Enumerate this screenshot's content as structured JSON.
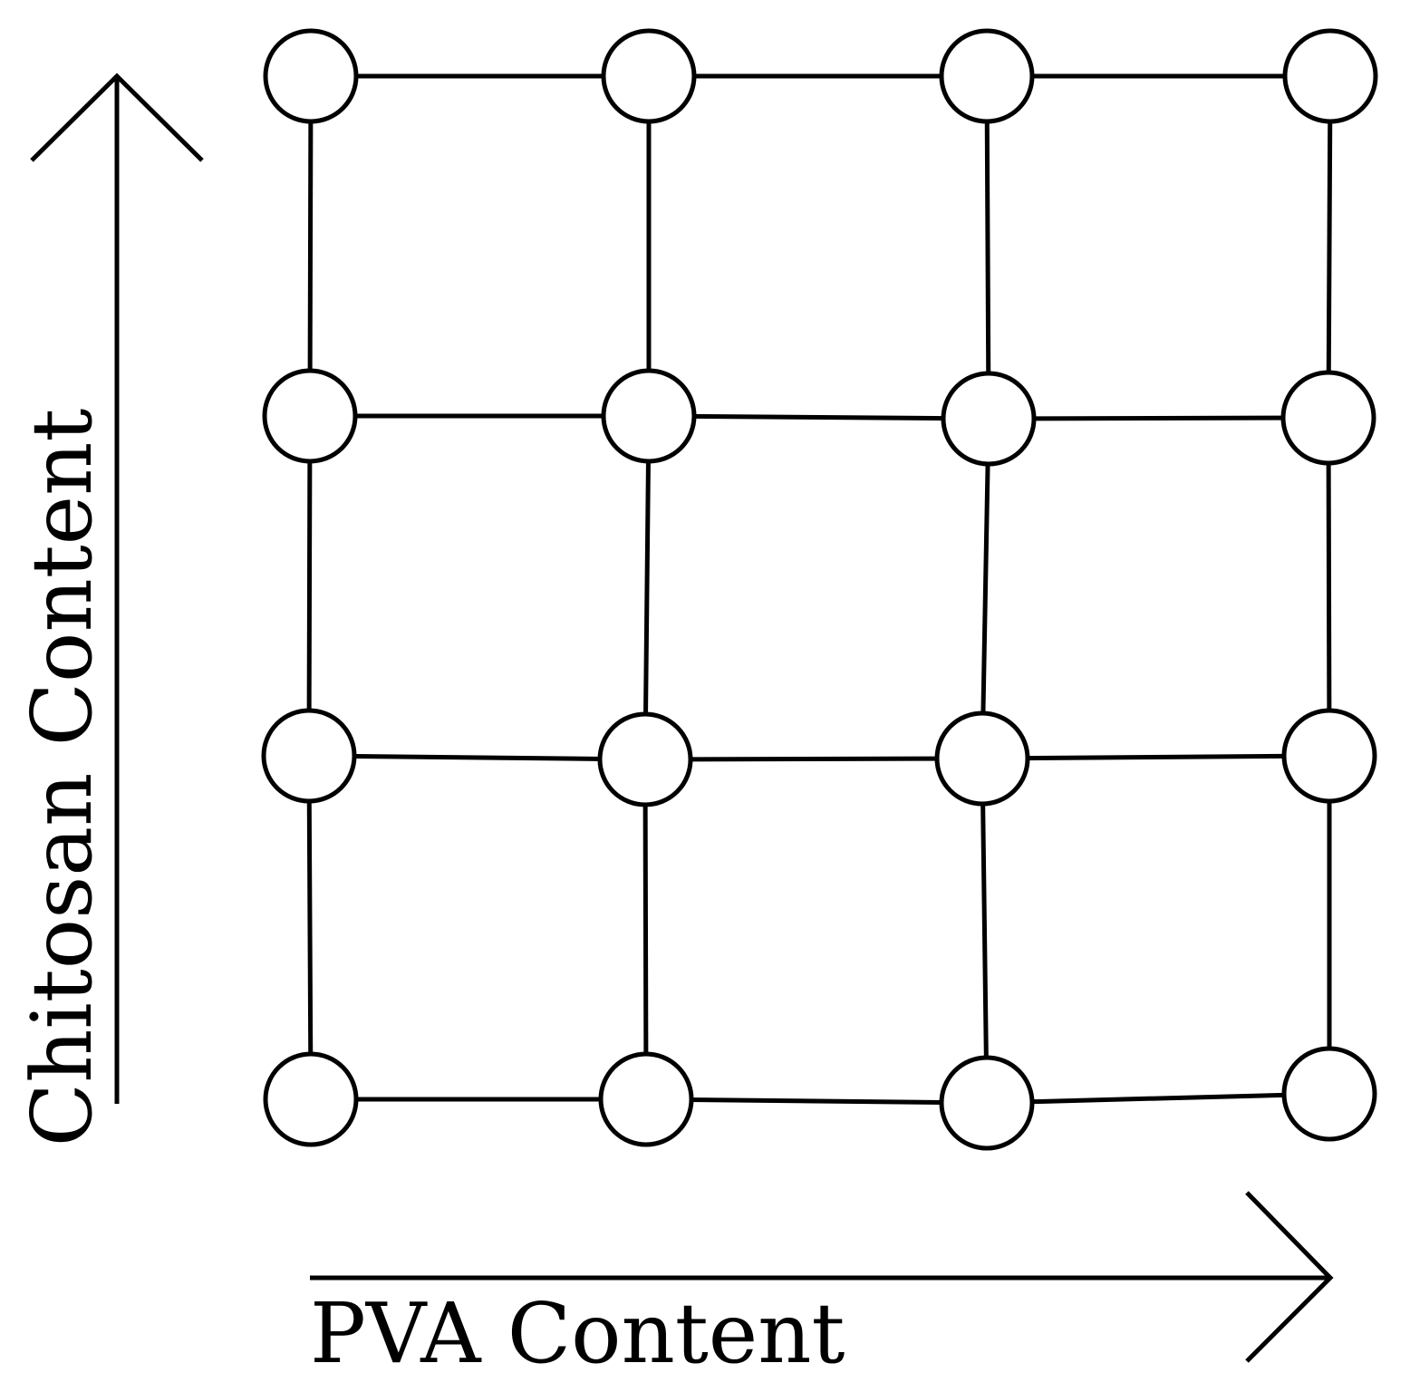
{
  "diagram": {
    "x_axis_label": "PVA Content",
    "y_axis_label": "Chitosan Content",
    "grid_rows": 4,
    "grid_columns": 4,
    "node_count": 16,
    "colors": {
      "stroke": "#000000",
      "fill": "#ffffff",
      "background": "#ffffff"
    }
  }
}
